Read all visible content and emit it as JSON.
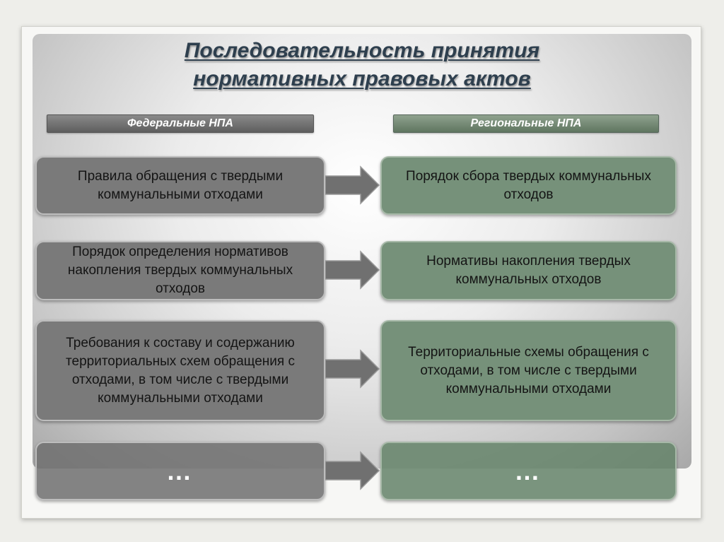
{
  "title": {
    "line1": "Последовательность принятия",
    "line2": "нормативных правовых актов"
  },
  "headers": {
    "federal": "Федеральные НПА",
    "regional": "Региональные НПА"
  },
  "rows": [
    {
      "federal": "Правила обращения с твердыми коммунальными отходами",
      "regional": "Порядок сбора твердых коммунальных отходов"
    },
    {
      "federal": "Порядок определения нормативов накопления твердых коммунальных отходов",
      "regional": "Нормативы накопления твердых коммунальных отходов"
    },
    {
      "federal": "Требования к составу и содержанию территориальных схем обращения с отходами, в том числе с твердыми коммунальными отходами",
      "regional": "Территориальные схемы обращения с отходами, в том числе с твердыми коммунальными отходами"
    },
    {
      "federal": "…",
      "regional": "…"
    }
  ],
  "colors": {
    "federal_box": "#7a7a7a",
    "regional_box": "#76917a",
    "arrow": "#6e6e6e",
    "title": "#2e3f4e"
  }
}
